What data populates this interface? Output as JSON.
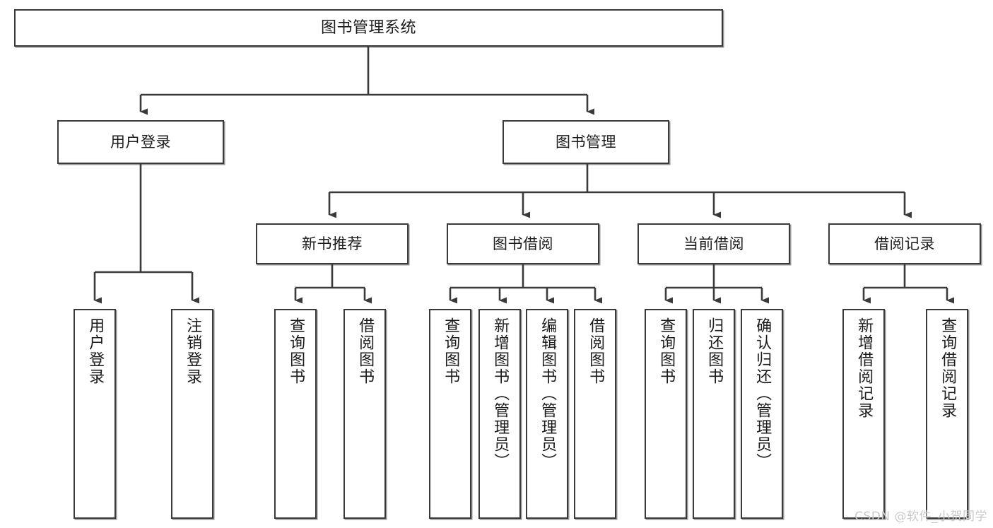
{
  "diagram": {
    "title": "图书管理系统",
    "type": "tree-hierarchy",
    "watermark": "CSDN @软件_小贺同学",
    "colors": {
      "box_border": "#3a3a3a",
      "box_fill": "#ffffff",
      "edge": "#3a3a3a",
      "text": "#1b1b1b",
      "watermark": "#c9c9c9"
    },
    "nodes": {
      "root": {
        "label": "图书管理系统"
      },
      "level1": [
        {
          "label": "用户登录"
        },
        {
          "label": "图书管理"
        }
      ],
      "level2": [
        {
          "label": "新书推荐"
        },
        {
          "label": "图书借阅"
        },
        {
          "label": "当前借阅"
        },
        {
          "label": "借阅记录"
        }
      ],
      "leaves": {
        "user_login": [
          {
            "label": "用户登录"
          },
          {
            "label": "注销登录"
          }
        ],
        "new_book_recommend": [
          {
            "label": "查询图书"
          },
          {
            "label": "借阅图书"
          }
        ],
        "book_borrow": [
          {
            "label": "查询图书"
          },
          {
            "label": "新增图书（管理员）"
          },
          {
            "label": "编辑图书（管理员）"
          },
          {
            "label": "借阅图书"
          }
        ],
        "current_borrow": [
          {
            "label": "查询图书"
          },
          {
            "label": "归还图书"
          },
          {
            "label": "确认归还（管理员）"
          }
        ],
        "borrow_record": [
          {
            "label": "新增借阅记录"
          },
          {
            "label": "查询借阅记录"
          }
        ]
      }
    }
  }
}
